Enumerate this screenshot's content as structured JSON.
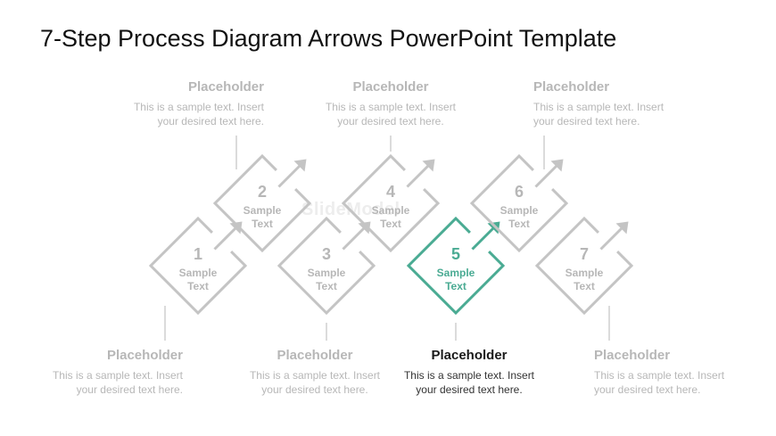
{
  "title": "7-Step Process Diagram Arrows PowerPoint Template",
  "watermark": "SlideModel",
  "colors": {
    "inactive": "#c4c4c4",
    "inactive_text": "#b7b7b7",
    "active": "#4aab93"
  },
  "steps": [
    {
      "number": "1",
      "line1": "Sample",
      "line2": "Text",
      "active": false
    },
    {
      "number": "2",
      "line1": "Sample",
      "line2": "Text",
      "active": false
    },
    {
      "number": "3",
      "line1": "Sample",
      "line2": "Text",
      "active": false
    },
    {
      "number": "4",
      "line1": "Sample",
      "line2": "Text",
      "active": false
    },
    {
      "number": "5",
      "line1": "Sample",
      "line2": "Text",
      "active": true
    },
    {
      "number": "6",
      "line1": "Sample",
      "line2": "Text",
      "active": false
    },
    {
      "number": "7",
      "line1": "Sample",
      "line2": "Text",
      "active": false
    }
  ],
  "callouts_top": [
    {
      "heading": "Placeholder",
      "body1": "This is a sample text. Insert",
      "body2": "your desired text here."
    },
    {
      "heading": "Placeholder",
      "body1": "This is a sample text. Insert",
      "body2": "your desired text here."
    },
    {
      "heading": "Placeholder",
      "body1": "This is a sample text. Insert",
      "body2": "your desired text here."
    }
  ],
  "callouts_bottom": [
    {
      "heading": "Placeholder",
      "body1": "This is a sample text. Insert",
      "body2": "your desired text here."
    },
    {
      "heading": "Placeholder",
      "body1": "This is a sample text. Insert",
      "body2": "your desired text here."
    },
    {
      "heading": "Placeholder",
      "body1": "This is a sample text. Insert",
      "body2": "your desired text here.",
      "active": true
    },
    {
      "heading": "Placeholder",
      "body1": "This is a sample text. Insert",
      "body2": "your desired text here."
    }
  ]
}
